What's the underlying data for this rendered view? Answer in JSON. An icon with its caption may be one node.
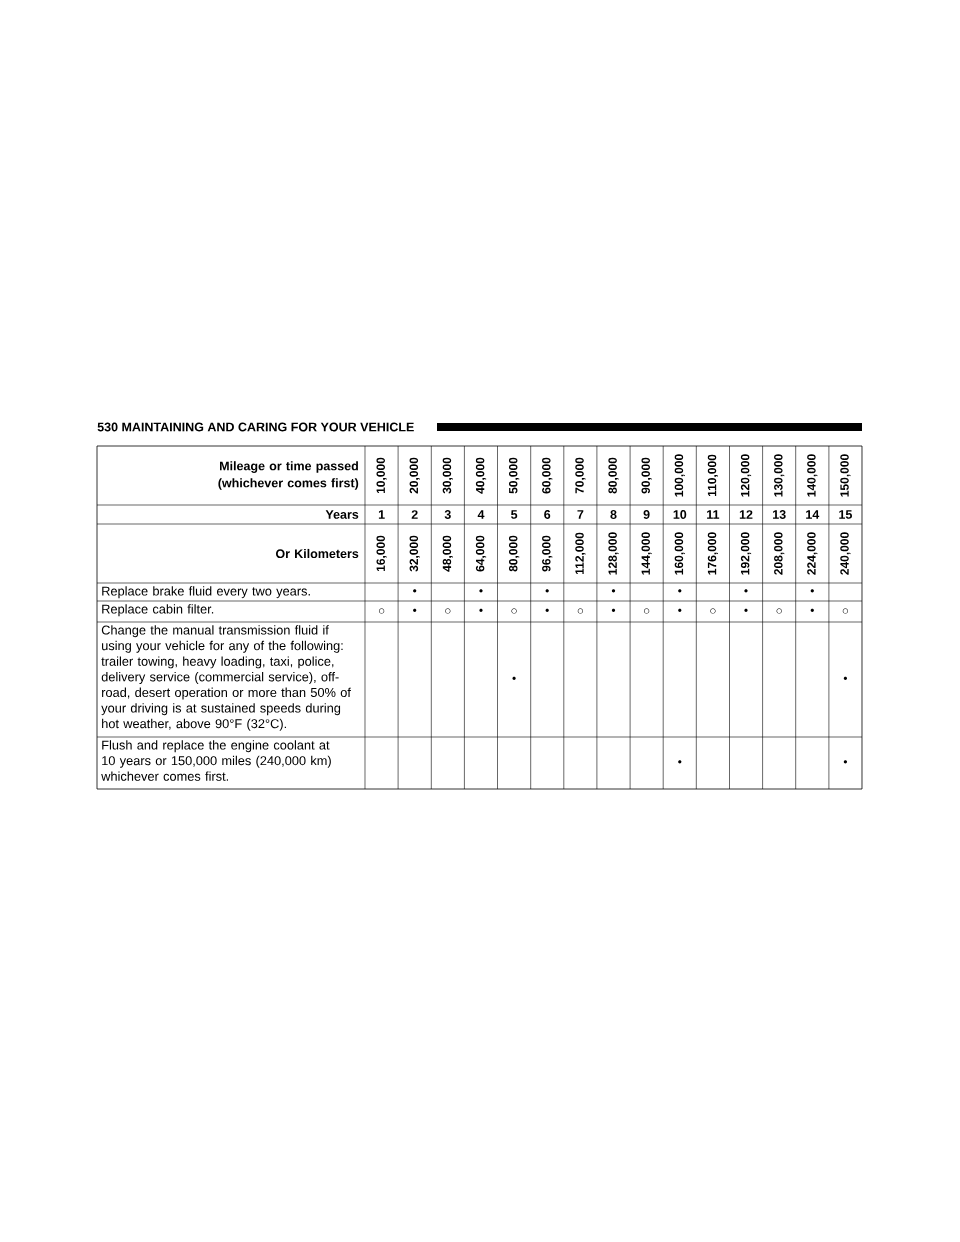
{
  "diagram": {
    "labels": [
      "530 MAINTAINING AND CARING FOR YOUR VEHICLE",
      "Mileage or time passed (whichever comes first)",
      "10,000",
      "20,000",
      "30,000",
      "40,000",
      "50,000",
      "60,000",
      "70,000",
      "80,000",
      "90,000",
      "100,000",
      "110,000",
      "120,000",
      "130,000",
      "140,000",
      "150,000",
      "Years",
      "1",
      "2",
      "3",
      "4",
      "5",
      "6",
      "7",
      "8",
      "9",
      "10",
      "11",
      "12",
      "13",
      "14",
      "15",
      "Or Kilometers",
      "16,000",
      "32,000",
      "48,000",
      "64,000",
      "80,000",
      "96,000",
      "112,000",
      "128,000",
      "144,000",
      "160,000",
      "176,000",
      "192,000",
      "208,000",
      "224,000",
      "240,000",
      "Replace brake fluid every two years.",
      "•",
      "•",
      "•",
      "•",
      "•",
      "•",
      "•",
      "Replace cabin filter.",
      "○",
      "•",
      "○",
      "•",
      "○",
      "•",
      "○",
      "•",
      "○",
      "•",
      "○",
      "•",
      "○",
      "•",
      "○",
      "Change the manual transmission fluid if using your vehicle for any of the following: trailer towing, heavy loading, taxi, police, delivery service (commercial service), off-road, desert operation or more than 50% of your driving is at sustained speeds during hot weather, above 90°F (32°C).",
      "•",
      "•",
      "Flush and replace the engine coolant at 10 years or 150,000 miles (240,000 km) whichever comes first.",
      "•",
      "•"
    ]
  }
}
